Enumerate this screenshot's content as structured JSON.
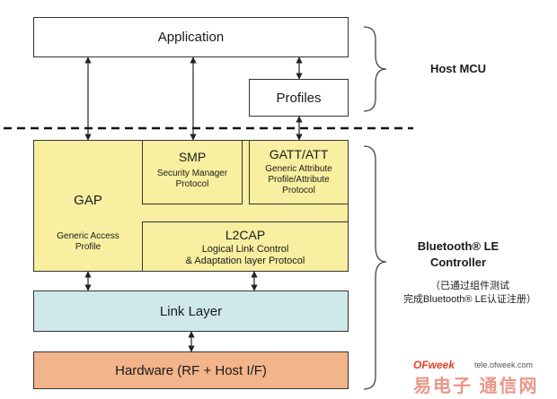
{
  "host": {
    "application": "Application",
    "profiles": "Profiles",
    "label": "Host MCU"
  },
  "controller": {
    "gap_title": "GAP",
    "gap_desc_1": "Generic Access",
    "gap_desc_2": "Profile",
    "smp_title": "SMP",
    "smp_desc_1": "Security Manager",
    "smp_desc_2": "Protocol",
    "gatt_title": "GATT/ATT",
    "gatt_desc_1": "Generic Attribute",
    "gatt_desc_2": "Profile/Attribute",
    "gatt_desc_3": "Protocol",
    "l2cap_title": "L2CAP",
    "l2cap_desc_1": "Logical Link Control",
    "l2cap_desc_2": "& Adaptation layer Protocol",
    "link_layer": "Link Layer",
    "hardware": "Hardware (RF + Host I/F)",
    "label_1": "Bluetooth® LE",
    "label_2": "Controller",
    "note_1": "（已通过组件测试",
    "note_2": "完成Bluetooth® LE认证注册）"
  },
  "watermark": {
    "brand": "OFweek",
    "site": "tele.ofweek.com",
    "chars": "易电子 通信网"
  },
  "colors": {
    "yellow": "#f8efa0",
    "cyan": "#cfe9ea",
    "orange": "#f2b48a",
    "watermark_red": "#e0402a"
  }
}
